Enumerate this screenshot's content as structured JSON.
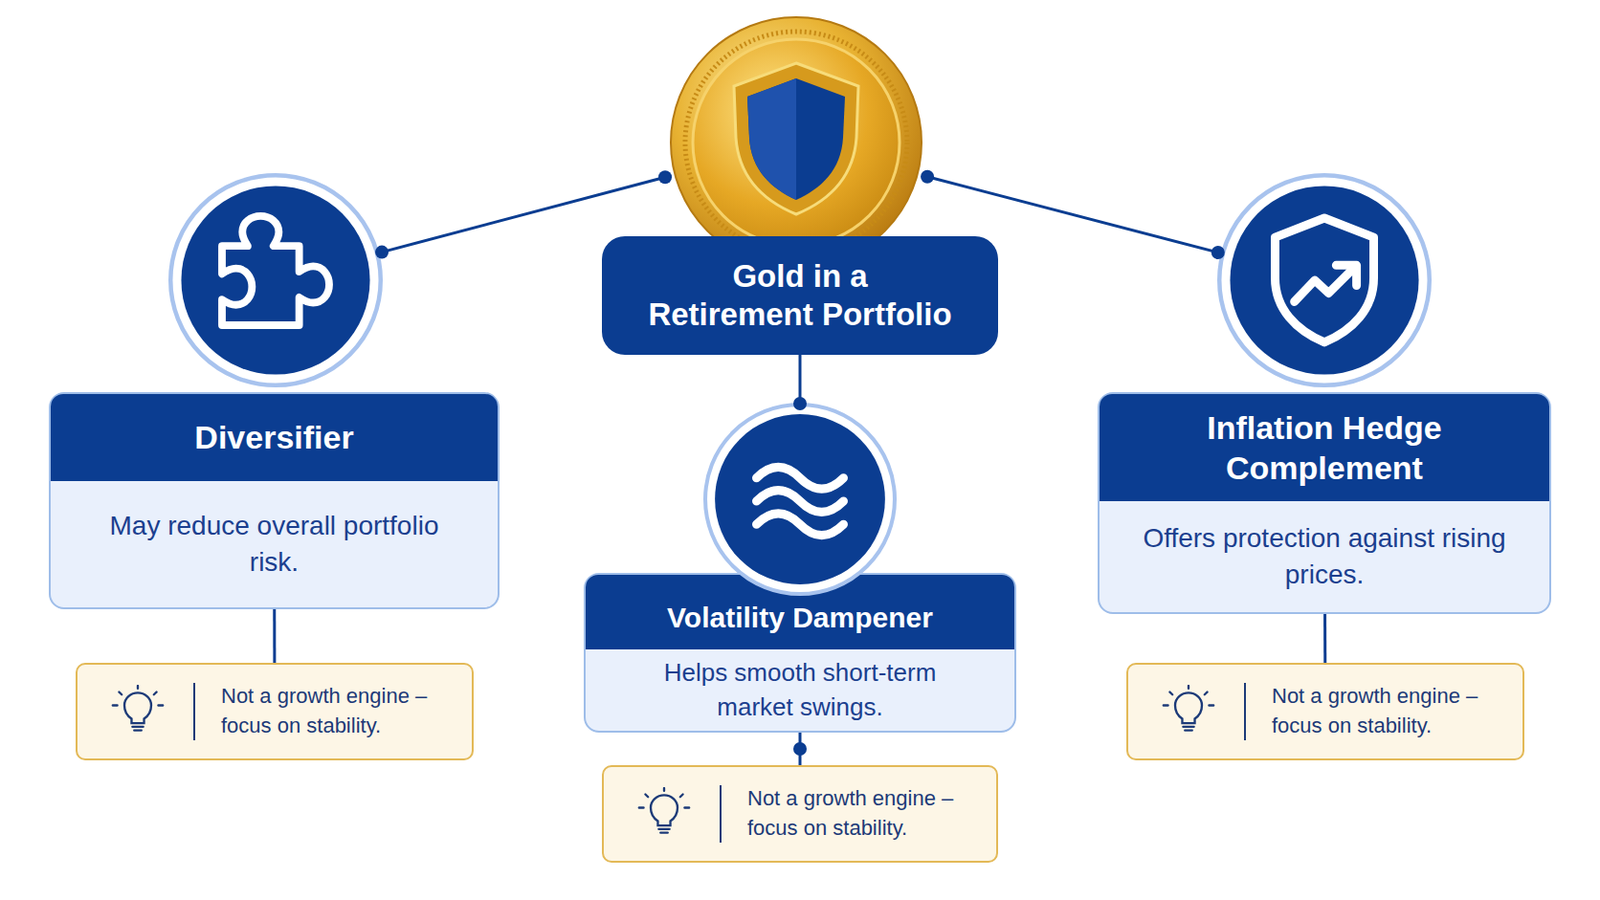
{
  "diagram": {
    "nodes": [
      {
        "text": [
          "Gold in a Retirement Portfolio"
        ]
      },
      {
        "text": [
          "Diversifier",
          "May reduce overall portfolio risk."
        ]
      },
      {
        "text": [
          "Volatility Dampener",
          "Helps smooth short-term market swings."
        ]
      },
      {
        "text": [
          "Inflation Hedge Complement",
          "Offers protection against rising prices."
        ]
      },
      {
        "text": [
          "Not a growth engine – focus on stability."
        ]
      },
      {
        "text": [
          "Not a growth engine – focus on stability."
        ]
      },
      {
        "text": [
          "Not a growth engine – focus on stability."
        ]
      }
    ],
    "edges": [
      {
        "from": 0,
        "to": 1,
        "arrow": "none"
      },
      {
        "from": 0,
        "to": 2,
        "arrow": "none"
      },
      {
        "from": 0,
        "to": 3,
        "arrow": "none"
      },
      {
        "from": 1,
        "to": 4,
        "arrow": "none"
      },
      {
        "from": 2,
        "to": 5,
        "arrow": "none"
      },
      {
        "from": 3,
        "to": 6,
        "arrow": "none"
      }
    ]
  }
}
